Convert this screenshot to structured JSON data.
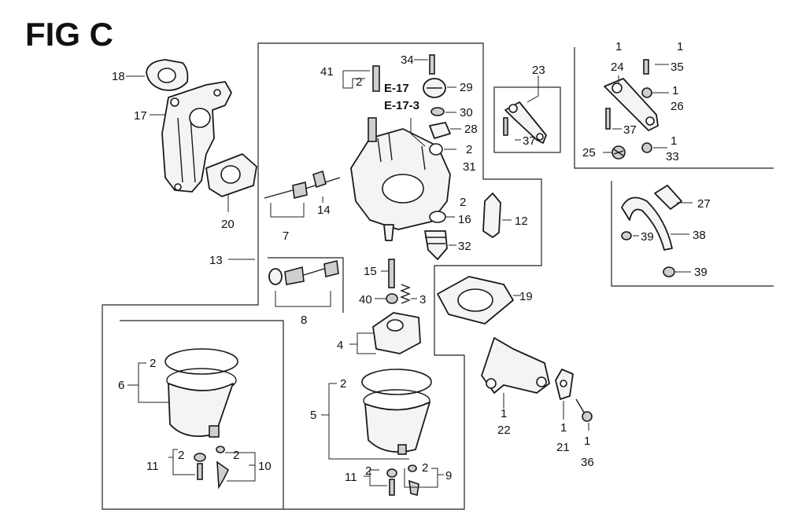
{
  "figure": {
    "title": "FIG C"
  },
  "references": {
    "e17": "E-17",
    "e173": "E-17-3"
  },
  "callouts": {
    "c1a": "1",
    "c1b": "1",
    "c1c": "1",
    "c1d": "1",
    "c1e": "1",
    "c1f": "1",
    "c1g": "1",
    "c2_41": "2",
    "c2_29": "2",
    "c2_16": "2",
    "c2_6": "2",
    "c2_11a": "2",
    "c2_10": "2",
    "c2_5": "2",
    "c2_11b": "2",
    "c2_9": "2",
    "c3": "3",
    "c4": "4",
    "c5": "5",
    "c6": "6",
    "c7": "7",
    "c8": "8",
    "c9": "9",
    "c10": "10",
    "c11a": "11",
    "c11b": "11",
    "c12": "12",
    "c13": "13",
    "c14": "14",
    "c15": "15",
    "c16": "16",
    "c17": "17",
    "c18": "18",
    "c19": "19",
    "c20": "20",
    "c21": "21",
    "c22": "22",
    "c23": "23",
    "c24": "24",
    "c25": "25",
    "c26": "26",
    "c27": "27",
    "c28": "28",
    "c29": "29",
    "c30": "30",
    "c31": "31",
    "c32": "32",
    "c33": "33",
    "c34": "34",
    "c35": "35",
    "c36": "36",
    "c37a": "37",
    "c37b": "37",
    "c38": "38",
    "c39a": "39",
    "c39b": "39",
    "c40": "40",
    "c41": "41"
  },
  "parts_icons": {
    "insulator_gasket": "gasket-icon",
    "carburetor": "carburetor-icon",
    "fuel_bowl": "fuel-bowl-icon",
    "float": "float-icon",
    "bracket": "bracket-icon",
    "choke_lever": "lever-icon",
    "fuel_tube": "tube-icon"
  }
}
